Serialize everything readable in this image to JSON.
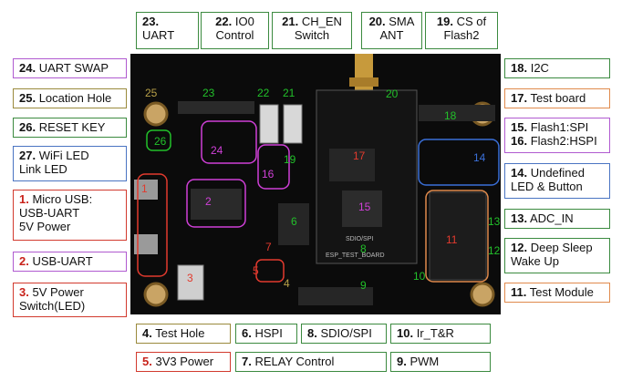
{
  "labels": {
    "l23": {
      "num": "23.",
      "text": "UART"
    },
    "l22": {
      "num": "22.",
      "text": "IO0\nControl"
    },
    "l21": {
      "num": "21.",
      "text": "CH_EN\nSwitch"
    },
    "l20": {
      "num": "20.",
      "text": "SMA\nANT"
    },
    "l19": {
      "num": "19.",
      "text": "CS of\nFlash2"
    },
    "l24": {
      "num": "24.",
      "text": "UART SWAP"
    },
    "l25": {
      "num": "25.",
      "text": "Location Hole"
    },
    "l26": {
      "num": "26.",
      "text": "RESET KEY"
    },
    "l27": {
      "num": "27.",
      "text": "WiFi LED\nLink  LED"
    },
    "l1": {
      "num": "1.",
      "text": "Micro USB:\nUSB-UART\n5V Power"
    },
    "l2": {
      "num": "2.",
      "text": "USB-UART"
    },
    "l3": {
      "num": "3.",
      "text": "5V Power\nSwitch(LED)"
    },
    "l18": {
      "num": "18.",
      "text": "I2C"
    },
    "l17": {
      "num": "17.",
      "text": "Test board"
    },
    "l15": {
      "num": "15.",
      "text": "Flash1:SPI"
    },
    "l16": {
      "num": "16.",
      "text": "Flash2:HSPI"
    },
    "l14": {
      "num": "14.",
      "text": "Undefined\nLED & Button"
    },
    "l13": {
      "num": "13.",
      "text": "ADC_IN"
    },
    "l12": {
      "num": "12.",
      "text": "Deep Sleep\nWake Up"
    },
    "l11": {
      "num": "11.",
      "text": "Test Module"
    },
    "l4": {
      "num": "4.",
      "text": "Test Hole"
    },
    "l6": {
      "num": "6.",
      "text": "HSPI"
    },
    "l8": {
      "num": "8.",
      "text": "SDIO/SPI"
    },
    "l10": {
      "num": "10.",
      "text": "Ir_T&R"
    },
    "l5": {
      "num": "5.",
      "text": "3V3 Power"
    },
    "l7": {
      "num": "7.",
      "text": "RELAY Control"
    },
    "l9": {
      "num": "9.",
      "text": "PWM"
    }
  },
  "board": {
    "markers": {
      "m25": "25",
      "m23": "23",
      "m22": "22",
      "m21": "21",
      "m20": "20",
      "m18": "18",
      "m26": "26",
      "m24": "24",
      "m17": "17",
      "m16": "16",
      "m19": "19",
      "m2": "2",
      "m1": "1",
      "m15": "15",
      "m6": "6",
      "m7": "7",
      "m8": "8",
      "m3": "3",
      "m5": "5",
      "m9": "9",
      "m4": "4",
      "m10": "10",
      "m11": "11",
      "m12": "12",
      "m13": "13",
      "m14": "14"
    },
    "silkscreen": {
      "module_name": "ESP_TEST_BOARD",
      "sdio_label": "SDIO/SPI"
    }
  },
  "colors": {
    "board_bg": "#0b0b0b",
    "marker_olive": "#b8a048",
    "marker_green": "#22c02a",
    "marker_magenta": "#d040d8",
    "marker_red": "#e23a2e",
    "marker_blue": "#3a6fd8"
  }
}
